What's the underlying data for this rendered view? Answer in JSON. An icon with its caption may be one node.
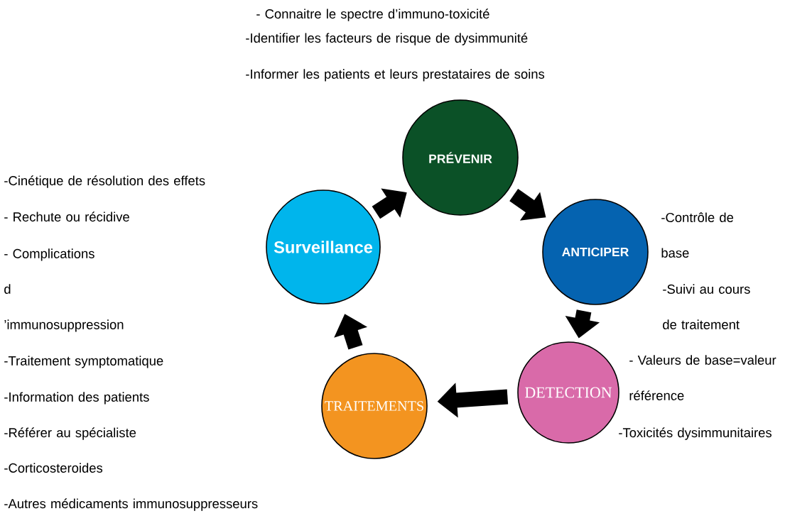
{
  "diagram": {
    "nodes": [
      {
        "text": [
          "PRÉVENIR"
        ],
        "beside": [
          "- Connaitre le spectre d’immuno-toxicité",
          "-Identifier les facteurs de risque de dysimmunité",
          "-Informer les patients et leurs prestataires de soins"
        ]
      },
      {
        "text": [
          "Surveillance"
        ],
        "beside": [
          "-Cinétique de résolution des effets",
          "- Rechute ou récidive",
          "- Complications d ’immunosuppression"
        ]
      },
      {
        "text": [
          "ANTICIPER"
        ],
        "beside": [
          "-Contrôle de base",
          "-Suivi au cours de traitement"
        ]
      },
      {
        "text": [
          "DETECTION"
        ],
        "beside": [
          "- Valeurs de base=valeur référence",
          "-Toxicités dysimmunitaires"
        ]
      },
      {
        "text": [
          "TRAITEMENTS"
        ],
        "beside": [
          "-Traitement symptomatique",
          "-Information des patients",
          "-Référer au spécialiste",
          "-Corticosteroides",
          "-Autres médicaments immunosuppresseurs"
        ]
      }
    ],
    "edges": [
      {
        "from": 1,
        "to": 0,
        "arrow": "to"
      },
      {
        "from": 0,
        "to": 2,
        "arrow": "to"
      },
      {
        "from": 2,
        "to": 3,
        "arrow": "to"
      },
      {
        "from": 3,
        "to": 4,
        "arrow": "to"
      },
      {
        "from": 4,
        "to": 1,
        "arrow": "to"
      }
    ]
  }
}
